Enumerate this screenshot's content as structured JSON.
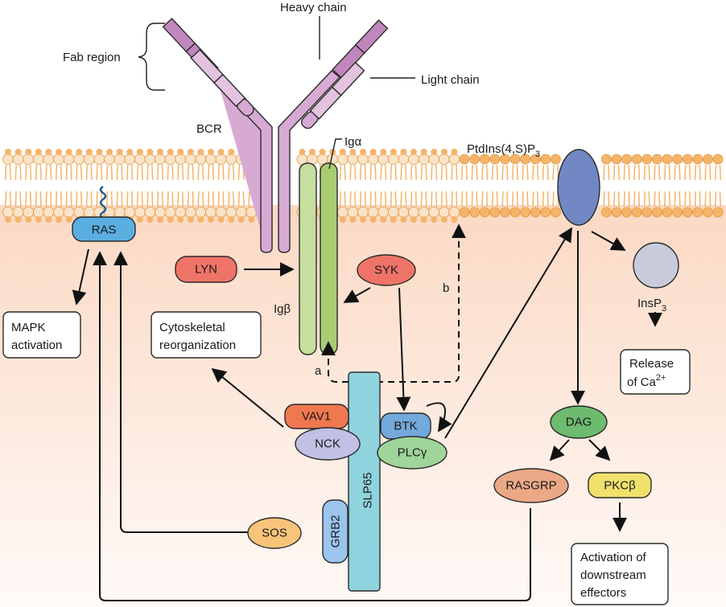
{
  "title": "B-cell receptor signaling pathway",
  "colors": {
    "cytoplasm_top": "#fbd9c4",
    "cytoplasm_bottom": "#fff8f4",
    "lipid_head": "#f5b46a",
    "lipid_head_light": "#fae3c8",
    "heavy_chain_dark": "#c187bd",
    "heavy_chain_light": "#d7aad3",
    "light_chain": "#e3c3e0",
    "ig_alpha": "#a9cd72",
    "ig_beta": "#c6de9e",
    "ras": "#5aaee0",
    "lyn": "#ee7468",
    "syk": "#ee7468",
    "vav1": "#f07850",
    "nck": "#c2c0e4",
    "btk": "#74a9dc",
    "plcg": "#9fd49a",
    "slp65": "#8fd3df",
    "grb2": "#9cc5ee",
    "sos": "#f8c47a",
    "ptdins": "#7188c4",
    "insp3": "#c8cbd9",
    "dag": "#6dbb6f",
    "rasgrp": "#eba886",
    "pkcb": "#f0e16c"
  },
  "labels": {
    "heavy_chain": "Heavy chain",
    "light_chain": "Light chain",
    "fab_region": "Fab region",
    "bcr": "BCR",
    "ig_alpha": "Igα",
    "ig_beta": "Igβ",
    "ptdins": "PtdIns(4,S)P",
    "ptdins_sub": "3",
    "insp3": "InsP",
    "insp3_sub": "3",
    "path_a": "a",
    "path_b": "b"
  },
  "nodes": {
    "ras": "RAS",
    "lyn": "LYN",
    "syk": "SYK",
    "vav1": "VAV1",
    "nck": "NCK",
    "btk": "BTK",
    "plcg": "PLCγ",
    "slp65": "SLP65",
    "grb2": "GRB2",
    "sos": "SOS",
    "dag": "DAG",
    "rasgrp": "RASGRP",
    "pkcb": "PKCβ"
  },
  "boxes": {
    "mapk": [
      "MAPK",
      "activation"
    ],
    "cytoskeletal": [
      "Cytoskeletal",
      "reorganization"
    ],
    "calcium": [
      "Release",
      "of Ca",
      "2+"
    ],
    "downstream": [
      "Activation of",
      "downstream",
      "effectors"
    ]
  }
}
